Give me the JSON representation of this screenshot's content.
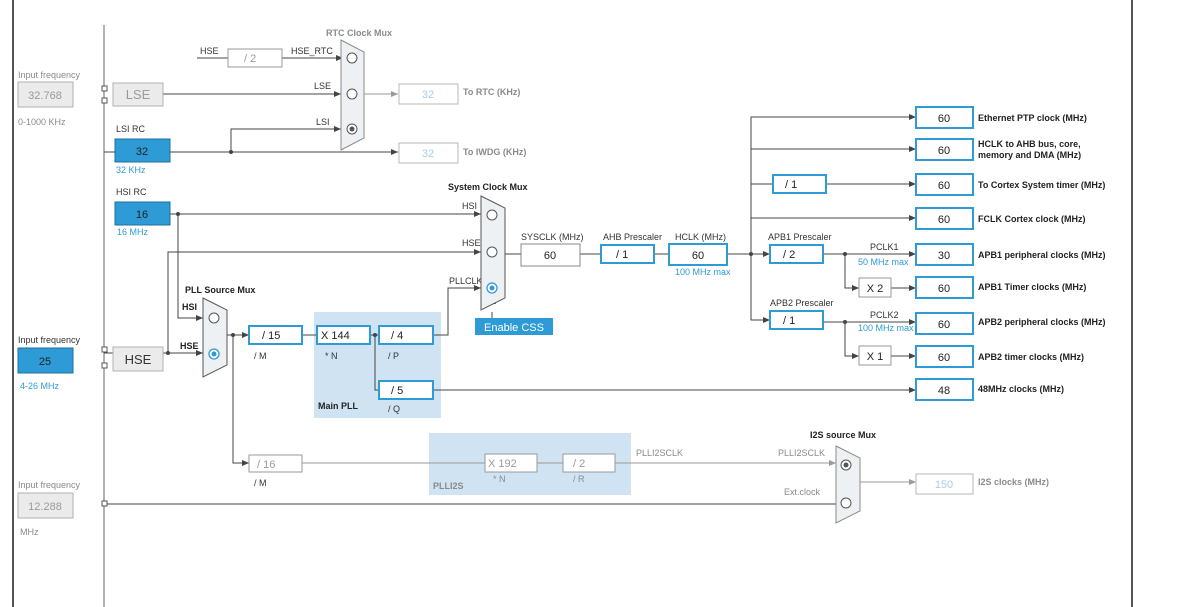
{
  "input_lse": {
    "title": "Input frequency",
    "value": "32.768",
    "range": "0-1000 KHz"
  },
  "input_hse": {
    "title": "Input frequency",
    "value": "25",
    "range": "4-26 MHz"
  },
  "input_ext": {
    "title": "Input frequency",
    "value": "12.288",
    "range": "MHz"
  },
  "lse_label": "LSE",
  "hse_label": "HSE",
  "lsi": {
    "title": "LSI RC",
    "value": "32",
    "freq": "32 KHz"
  },
  "hsi": {
    "title": "HSI RC",
    "value": "16",
    "freq": "16 MHz"
  },
  "rtc_mux": {
    "title": "RTC Clock Mux",
    "hse_src": "HSE",
    "div": "/ 2",
    "hse_rtc": "HSE_RTC",
    "lse": "LSE",
    "lsi": "LSI"
  },
  "rtc_out": {
    "value": "32",
    "label": "To RTC (KHz)"
  },
  "iwdg_out": {
    "value": "32",
    "label": "To IWDG (KHz)"
  },
  "sys_mux": {
    "title": "System Clock Mux",
    "hsi": "HSI",
    "hse": "HSE",
    "pllclk": "PLLCLK"
  },
  "enable_css": "Enable CSS",
  "pll_src": {
    "title": "PLL Source Mux",
    "hsi": "HSI",
    "hse": "HSE"
  },
  "main_pll": {
    "title": "Main PLL",
    "m": "/ 15",
    "m_label": "/ M",
    "n": "X 144",
    "n_label": "* N",
    "p": "/ 4",
    "p_label": "/ P",
    "q": "/ 5",
    "q_label": "/ Q"
  },
  "plli2s": {
    "title": "PLLI2S",
    "m": "/ 16",
    "m_label": "/ M",
    "n": "X 192",
    "n_label": "* N",
    "r": "/ 2",
    "r_label": "/ R",
    "out": "PLLI2SCLK"
  },
  "sysclk": {
    "label": "SYSCLK (MHz)",
    "value": "60"
  },
  "ahb": {
    "label": "AHB Prescaler",
    "value": "/ 1"
  },
  "hclk": {
    "label": "HCLK (MHz)",
    "value": "60",
    "max": "100 MHz max"
  },
  "apb1": {
    "label": "APB1 Prescaler",
    "value": "/ 2",
    "pclk": "PCLK1",
    "max": "50 MHz max",
    "timer_mul": "X 2"
  },
  "apb2": {
    "label": "APB2 Prescaler",
    "value": "/ 1",
    "pclk": "PCLK2",
    "max": "100 MHz max",
    "timer_mul": "X 1"
  },
  "cortex_div": "/ 1",
  "outputs": [
    {
      "value": "60",
      "label": "Ethernet PTP clock (MHz)"
    },
    {
      "value": "60",
      "label": "HCLK to AHB bus, core,",
      "label2": "memory and DMA (MHz)"
    },
    {
      "value": "60",
      "label": "To Cortex System timer (MHz)"
    },
    {
      "value": "60",
      "label": "FCLK Cortex clock (MHz)"
    },
    {
      "value": "30",
      "label": "APB1 peripheral clocks (MHz)"
    },
    {
      "value": "60",
      "label": "APB1 Timer clocks (MHz)"
    },
    {
      "value": "60",
      "label": "APB2 peripheral clocks (MHz)"
    },
    {
      "value": "60",
      "label": "APB2 timer clocks (MHz)"
    },
    {
      "value": "48",
      "label": "48MHz clocks (MHz)"
    }
  ],
  "i2s_mux": {
    "title": "I2S source Mux",
    "plli2sclk": "PLLI2SCLK",
    "ext": "Ext.clock"
  },
  "i2s_out": {
    "value": "150",
    "label": "I2S clocks (MHz)"
  },
  "colors": {
    "accent": "#2e9bd6",
    "region": "#cfe3f3",
    "mux": "#eef1f4"
  }
}
